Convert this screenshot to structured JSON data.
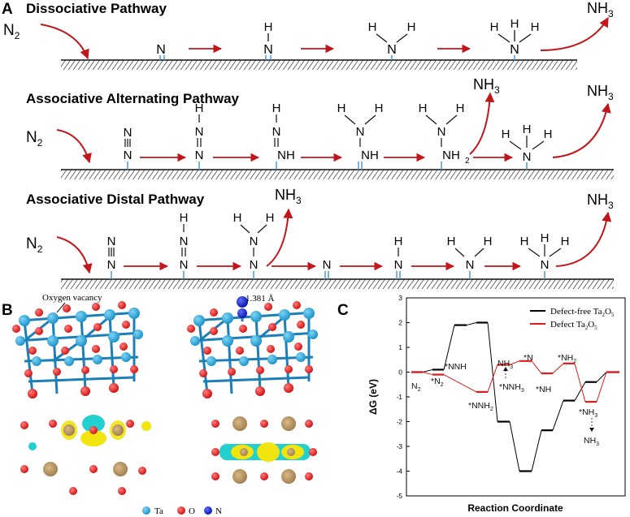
{
  "panel_a": {
    "label": "A",
    "dissociative": {
      "title": "Dissociative Pathway",
      "n2": "N",
      "n2_sub": "2",
      "product": "NH",
      "product_sub": "3"
    },
    "alternating": {
      "title": "Associative Alternating Pathway",
      "n2": "N",
      "n2_sub": "2",
      "nh3_mid": "NH",
      "nh3_mid_sub": "3",
      "product": "NH",
      "product_sub": "3"
    },
    "distal": {
      "title": "Associative Distal Pathway",
      "n2": "N",
      "n2_sub": "2",
      "nh3_mid": "NH",
      "nh3_mid_sub": "3",
      "product": "NH",
      "product_sub": "3"
    }
  },
  "panel_b": {
    "label": "B",
    "vacancy_label": "Oxygen vacancy",
    "bond_label": "1.381 Å",
    "legend": [
      "Ta",
      "O",
      "N"
    ],
    "colors": {
      "ta": "#1c9fd6",
      "o": "#e01010",
      "n": "#0a1bd0",
      "charge_yellow": "#f1e40f",
      "charge_cyan": "#22d0d0",
      "ta_brown": "#b08a55"
    }
  },
  "panel_c": {
    "label": "C",
    "chart_data": {
      "type": "line",
      "ylabel": "ΔG (eV)",
      "xlabel": "Reaction Coordinate",
      "ylim": [
        -5,
        3
      ],
      "yticks": [
        "3",
        "2",
        "1",
        "0",
        "-1",
        "-2",
        "-3",
        "-4",
        "-5"
      ],
      "legend_placement": "top-right",
      "series": [
        {
          "name": "Defect-free Ta2O5",
          "name_main": "Defect-free Ta",
          "name_tail": "O",
          "subs": [
            "2",
            "5"
          ],
          "color": "#000000",
          "levels": [
            0,
            0.1,
            1.9,
            2.0,
            -2.0,
            -4.0,
            -2.35,
            -1.15,
            -0.4,
            0
          ]
        },
        {
          "name": "Defect Ta2O5",
          "name_main": "Defect Ta",
          "name_tail": "O",
          "subs": [
            "2",
            "5"
          ],
          "color": "#e01b1b",
          "levels": [
            0,
            -0.1,
            -0.8,
            0.3,
            0.45,
            -0.05,
            0.35,
            -1.2,
            0
          ]
        }
      ],
      "annotations": [
        "N2",
        "*N2",
        "*NNH",
        "*NNH2",
        "NH3",
        "*NNH3",
        "*N",
        "*NH",
        "*NH2",
        "*NH3",
        "NH3"
      ]
    }
  }
}
